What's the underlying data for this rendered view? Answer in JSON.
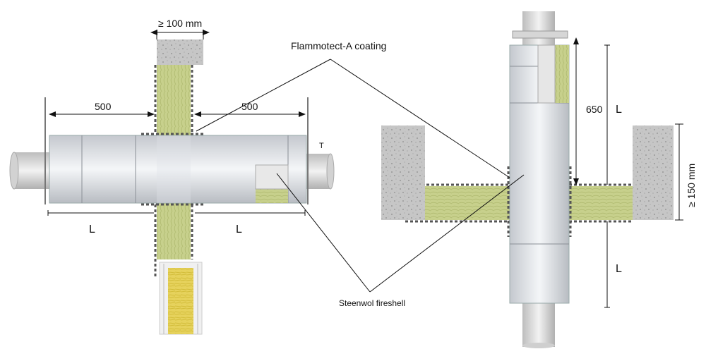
{
  "labels": {
    "wall_width": "≥ 100 mm",
    "coating": "Flammotect-A coating",
    "dim_left": "500",
    "dim_right": "500",
    "marker_t": "T",
    "L_left": "L",
    "L_right": "L",
    "fireshell": "Steenwol fireshell",
    "dim_650": "650",
    "L_upper": "L",
    "L_lower": "L",
    "floor_thickness": "≥ 150 mm"
  },
  "colors": {
    "concrete": "#c9c9c9",
    "mineral_wool": "#c9d28f",
    "wool_yellow": "#e7d35a",
    "foil": "#e6e9ee",
    "pipe": "#d9d9d9",
    "coating_dash": "#555555"
  }
}
